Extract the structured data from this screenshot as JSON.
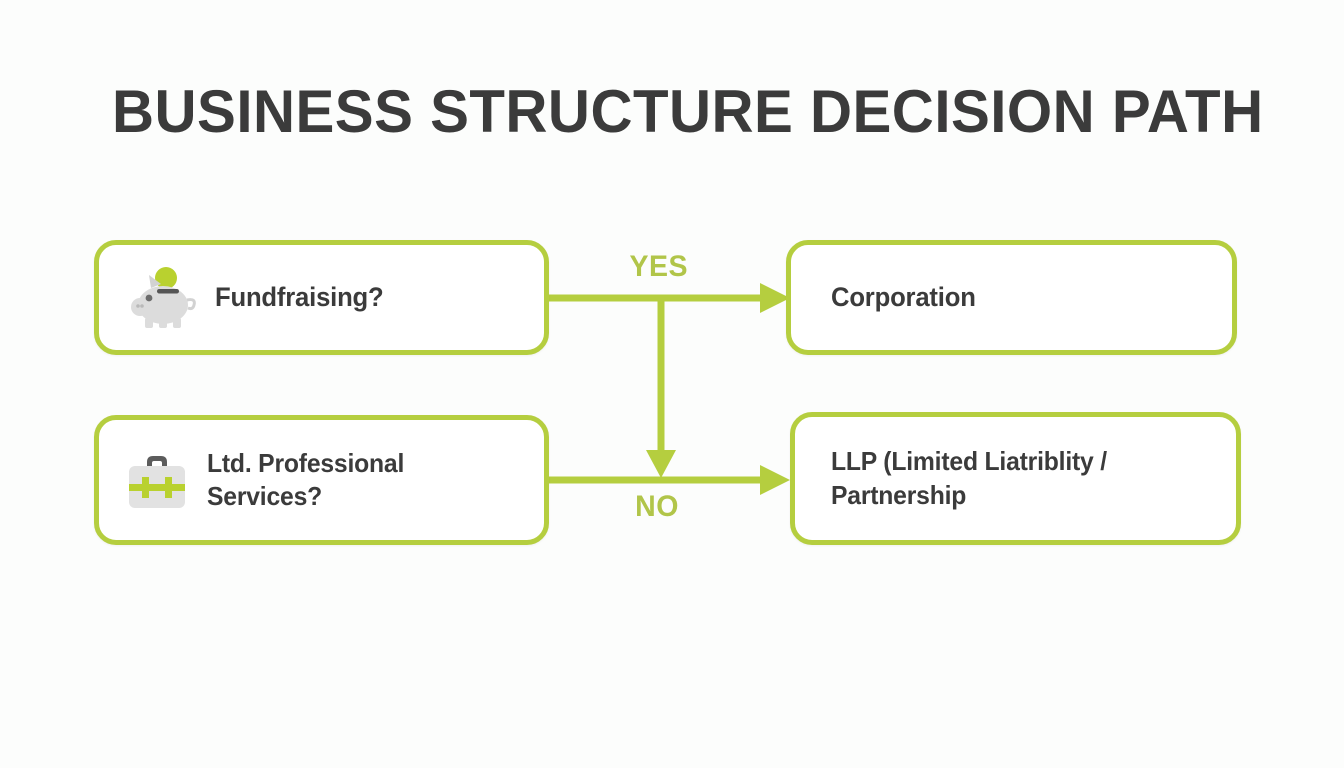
{
  "page": {
    "title": "BUSINESS STRUCTURE DECISION PATH",
    "background_color": "#fcfdfc",
    "accent_color": "#b5ce3f",
    "text_color": "#3b3b3b",
    "label_color": "#b1c549"
  },
  "nodes": {
    "fundraising": {
      "label": "Fundfraising?",
      "icon": "piggy-bank-icon"
    },
    "professional_services": {
      "label": "Ltd. Professional Services?",
      "line1": "Ltd. Professional",
      "line2": "Services?",
      "icon": "briefcase-icon"
    },
    "corporation": {
      "label": "Corporation"
    },
    "llp": {
      "label": "LLP (Limited Liatriblity / Partnership",
      "line1": "LLP (Limited Liatriblity /",
      "line2": "Partnership"
    }
  },
  "edges": {
    "yes_label": "YES",
    "no_label": "NO"
  }
}
